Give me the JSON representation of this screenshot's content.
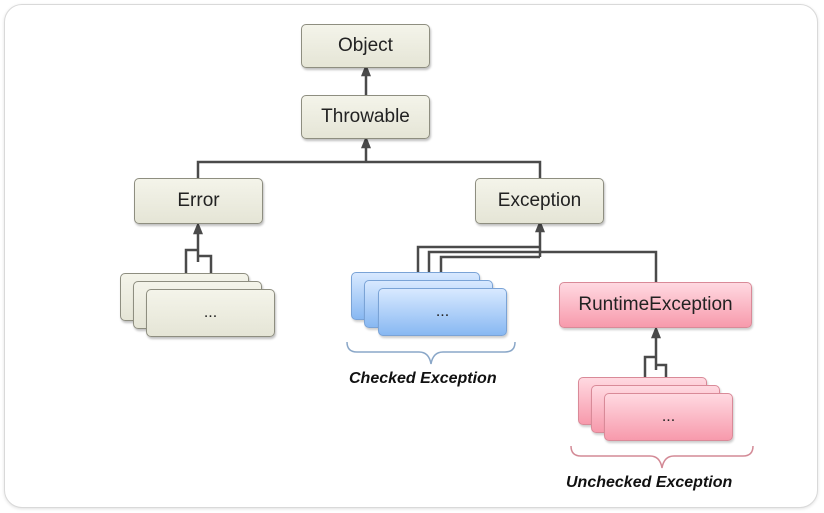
{
  "nodes": {
    "object": "Object",
    "throwable": "Throwable",
    "error": "Error",
    "exception": "Exception",
    "runtime_exception": "RuntimeException",
    "error_children": "...",
    "checked_children": "...",
    "unchecked_children": "..."
  },
  "captions": {
    "checked": "Checked Exception",
    "unchecked": "Unchecked Exception"
  },
  "colors": {
    "beige": "#ececdf",
    "blue": "#9cc4f4",
    "pink": "#f9a9b8",
    "line": "#4a4a4a",
    "brace": "#8aa7c8"
  }
}
